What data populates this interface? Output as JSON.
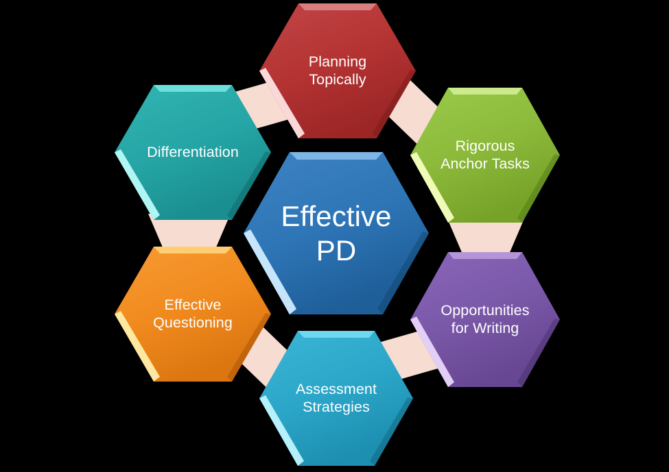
{
  "diagram": {
    "title": "Effective PD",
    "background_color": "#000000",
    "connector_color": "#F7DCD2",
    "center": {
      "id": "effective-pd",
      "label": "Effective\nPD",
      "color": "#2E75B6",
      "color_light": "#4A90D0",
      "color_dark": "#1F5C96",
      "edge_highlight": "#9FD4F5",
      "text_color": "#FFFFFF"
    },
    "nodes": [
      {
        "id": "planning-topically",
        "label": "Planning\nTopically",
        "color": "#B43232",
        "color_light": "#C54A4A",
        "color_dark": "#8E2424",
        "edge_highlight": "#F2BCBC",
        "text_color": "#FFFFFF",
        "position": "top"
      },
      {
        "id": "rigorous-anchor-tasks",
        "label": "Rigorous\nAnchor Tasks",
        "color": "#8CB93A",
        "color_light": "#9DC84E",
        "color_dark": "#6E9A26",
        "edge_highlight": "#E8F7A8",
        "text_color": "#FFFFFF",
        "position": "top-right"
      },
      {
        "id": "opportunities-for-writing",
        "label": "Opportunities\nfor Writing",
        "color": "#7A58A8",
        "color_light": "#9270BE",
        "color_dark": "#5E4086",
        "edge_highlight": "#D9BDF2",
        "text_color": "#FFFFFF",
        "position": "bottom-right"
      },
      {
        "id": "assessment-strategies",
        "label": "Assessment\nStrategies",
        "color": "#2BA6C8",
        "color_light": "#3FBADA",
        "color_dark": "#1E86A4",
        "edge_highlight": "#8FE8FA",
        "text_color": "#FFFFFF",
        "position": "bottom"
      },
      {
        "id": "effective-questioning",
        "label": "Effective\nQuestioning",
        "color": "#F08A1E",
        "color_light": "#F79C34",
        "color_dark": "#C96D10",
        "edge_highlight": "#FFE08A",
        "text_color": "#FFFFFF",
        "position": "bottom-left"
      },
      {
        "id": "differentiation",
        "label": "Differentiation",
        "color": "#25A5A5",
        "color_light": "#36B8B4",
        "color_dark": "#188484",
        "edge_highlight": "#7FF0EE",
        "text_color": "#FFFFFF",
        "position": "top-left"
      }
    ]
  }
}
